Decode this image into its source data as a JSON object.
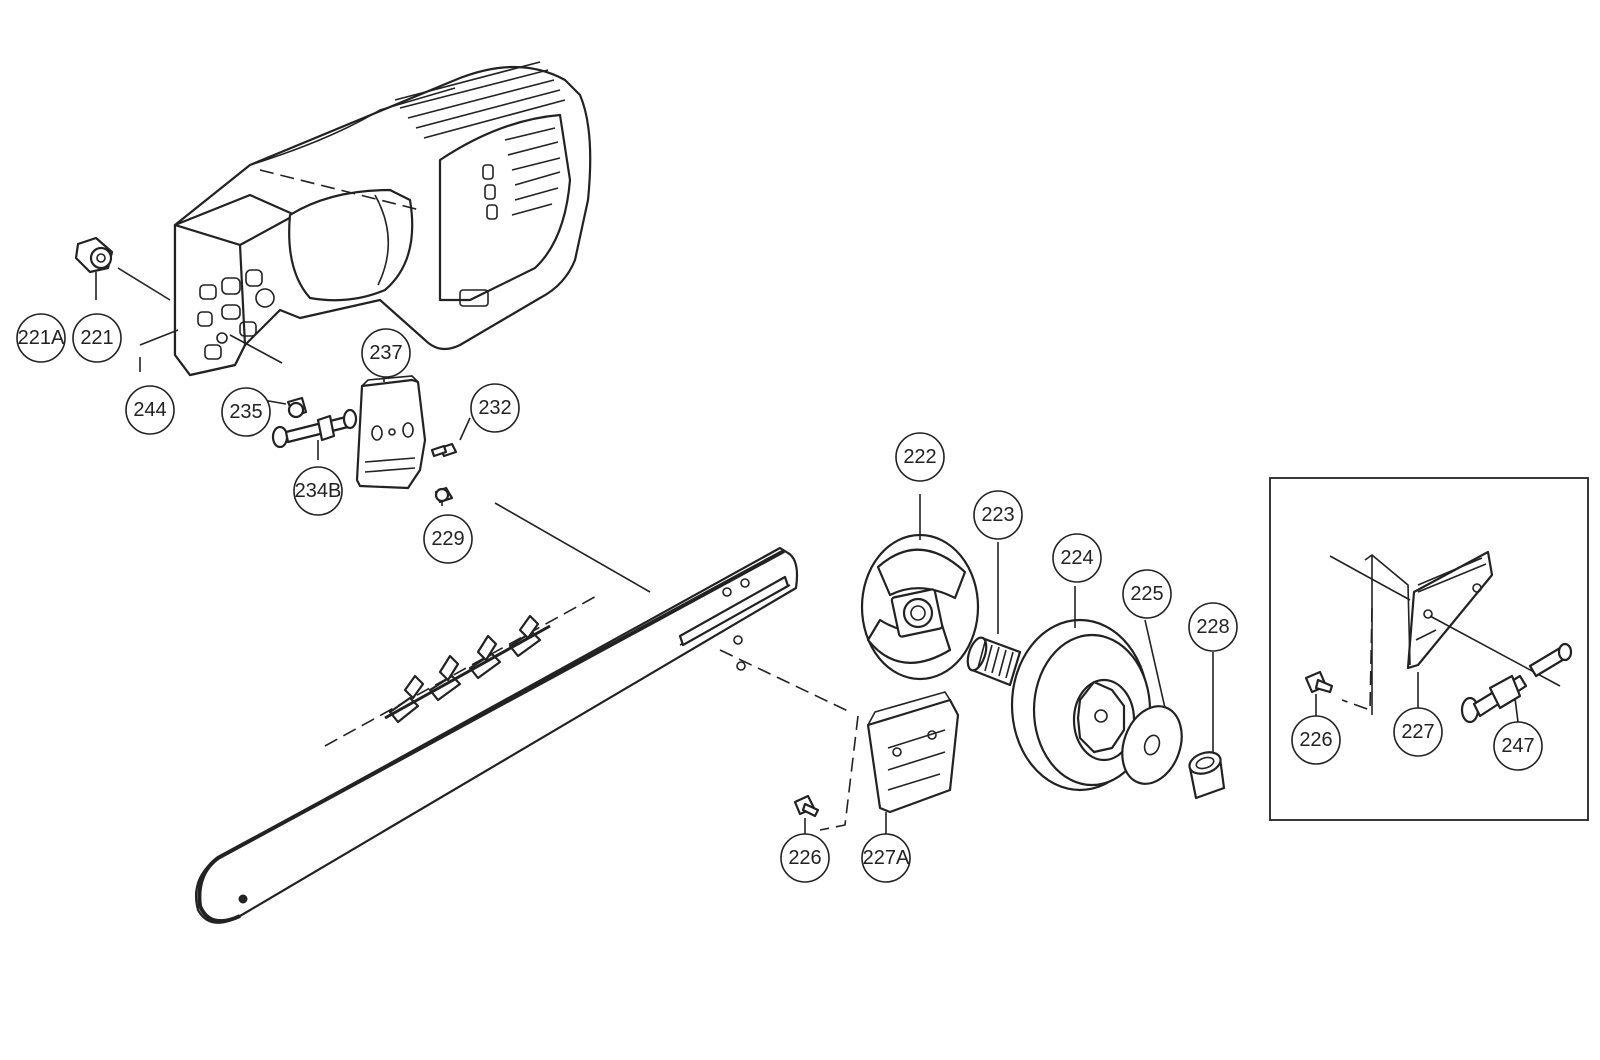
{
  "diagram": {
    "callouts": {
      "c221A": "221A",
      "c221": "221",
      "c244": "244",
      "c237": "237",
      "c235": "235",
      "c232": "232",
      "c234B": "234B",
      "c229": "229",
      "c222": "222",
      "c223": "223",
      "c224": "224",
      "c225": "225",
      "c228": "228",
      "c226": "226",
      "c227A": "227A",
      "c226_inset": "226",
      "c227": "227",
      "c247": "247"
    }
  }
}
